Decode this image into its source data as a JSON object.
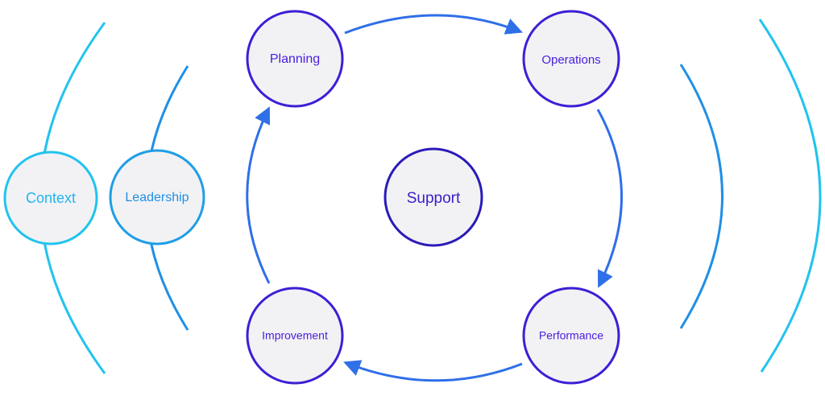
{
  "diagram": {
    "nodes": {
      "context": "Context",
      "leadership": "Leadership",
      "planning": "Planning",
      "operations": "Operations",
      "performance": "Performance",
      "improvement": "Improvement",
      "support": "Support"
    },
    "colors": {
      "context_stroke": "#22c3ee",
      "context_text": "#22b5f0",
      "leadership_stroke": "#1f9ee6",
      "leadership_text": "#1f8fe6",
      "cycle_stroke": "#3d1fd6",
      "cycle_text": "#4a1fe0",
      "support_stroke": "#2a1ab8",
      "support_text": "#3a20c8",
      "node_fill": "#f2f2f4",
      "outer_arc": "#22c3ee",
      "inner_arc": "#1f8fe6",
      "arrow": "#2f6fe8"
    }
  }
}
